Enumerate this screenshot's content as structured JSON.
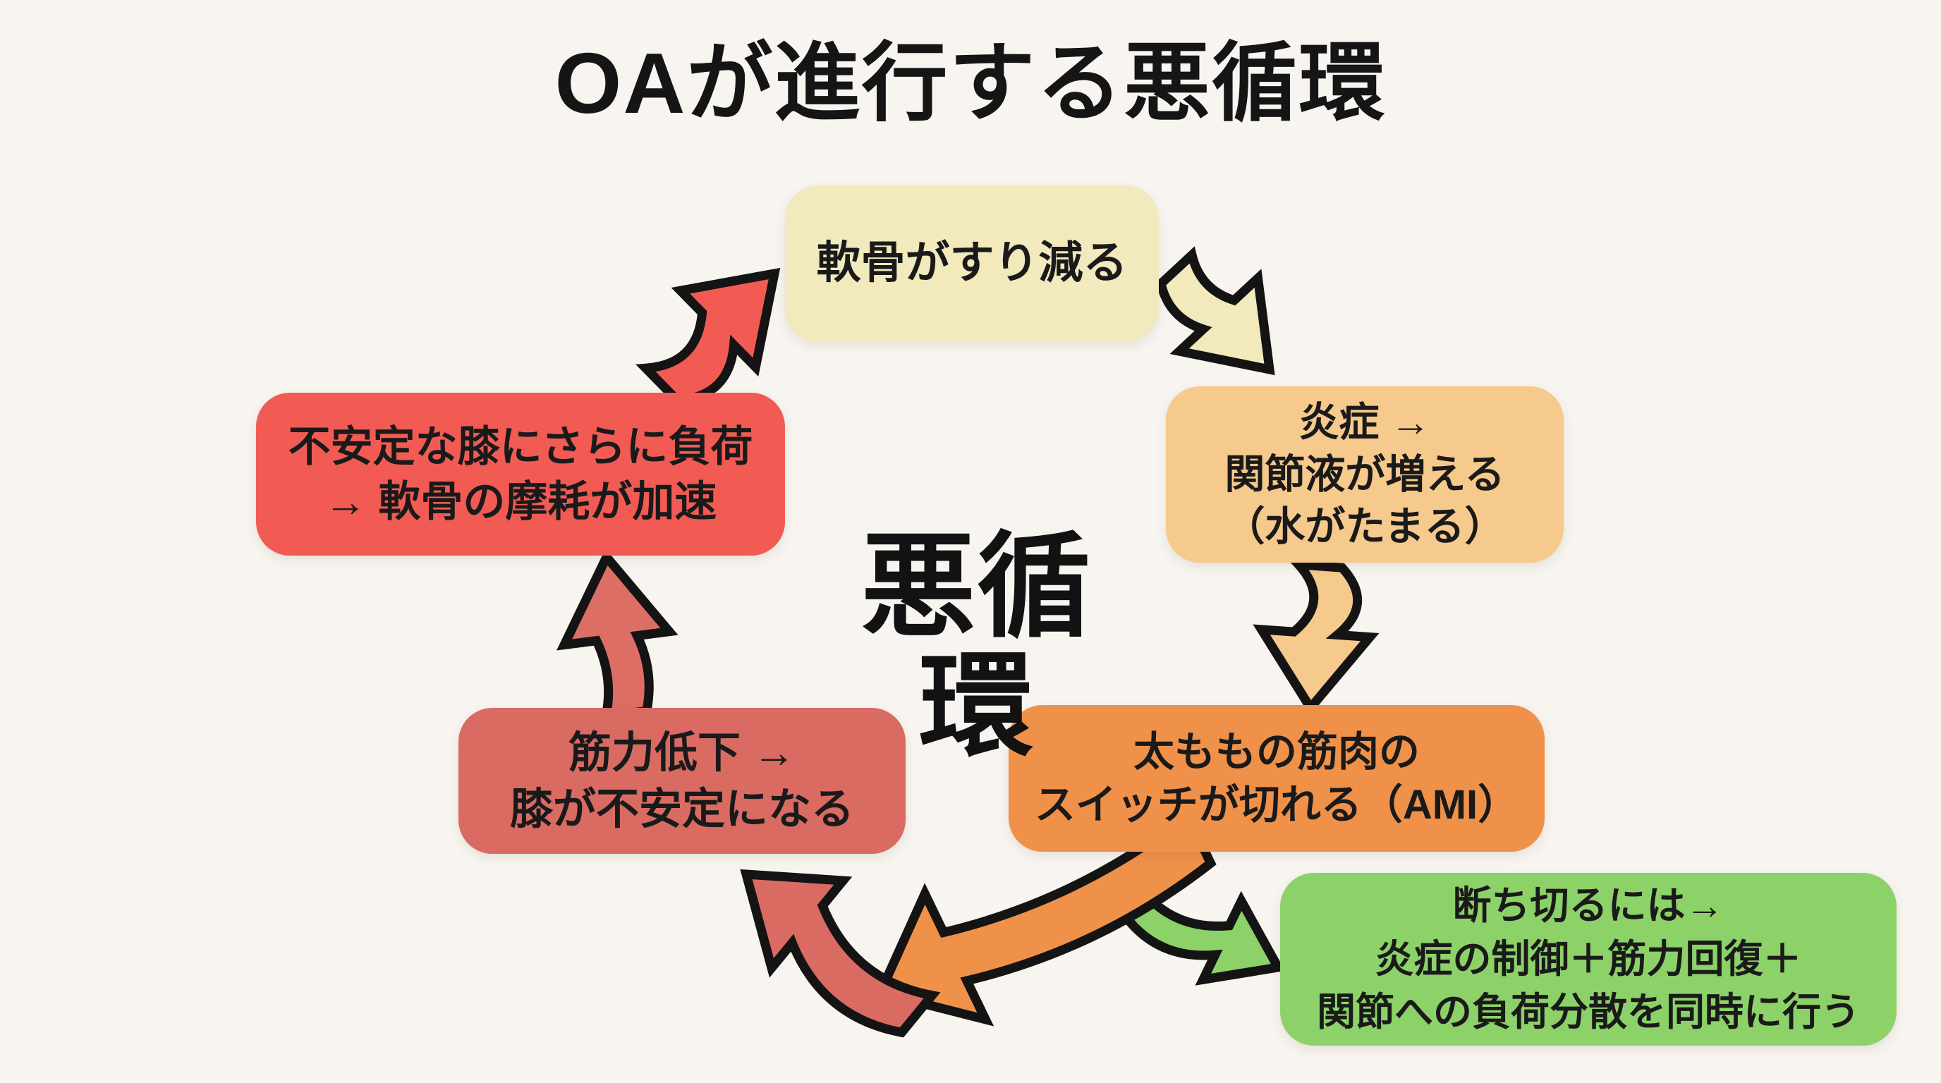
{
  "title": "OAが進行する悪循環",
  "center_label": "悪循環",
  "colors": {
    "background": "#F8F5F0",
    "text": "#1A1A1A",
    "outline": "#141414",
    "cream": "#F2E9BC",
    "peach": "#F6C98C",
    "orange": "#F0914A",
    "green": "#8CD268",
    "muted_red": "#D96B63",
    "bright_red": "#F25B54",
    "salmon": "#DD6E66"
  },
  "nodes": [
    {
      "id": "cartilage-wear",
      "label": "軟骨がすり減る",
      "color_key": "cream"
    },
    {
      "id": "inflammation",
      "label": "炎症 →\n関節液が増える\n（水がたまる）",
      "color_key": "peach"
    },
    {
      "id": "ami",
      "label": "太ももの筋肉の\nスイッチが切れる（AMI）",
      "color_key": "orange"
    },
    {
      "id": "muscle-weakness",
      "label": "筋力低下 →\n膝が不安定になる",
      "color_key": "muted_red"
    },
    {
      "id": "knee-overload",
      "label": "不安定な膝にさらに負荷\n→ 軟骨の摩耗が加速",
      "color_key": "bright_red"
    },
    {
      "id": "break-cycle",
      "label": "断ち切るには→\n炎症の制御＋筋力回復＋\n関節への負荷分散を同時に行う",
      "color_key": "green"
    }
  ],
  "arrows": [
    {
      "name": "arrow-cartilage-to-inflammation",
      "color_key": "cream"
    },
    {
      "name": "arrow-inflammation-to-ami",
      "color_key": "peach"
    },
    {
      "name": "arrow-ami-to-weakness",
      "color_key": "orange"
    },
    {
      "name": "arrow-ami-to-weakness-tip",
      "color_key": "muted_red"
    },
    {
      "name": "arrow-weakness-to-overload",
      "color_key": "salmon"
    },
    {
      "name": "arrow-overload-to-cartilage",
      "color_key": "bright_red"
    },
    {
      "name": "arrow-ami-to-break-cycle",
      "color_key": "green"
    }
  ]
}
